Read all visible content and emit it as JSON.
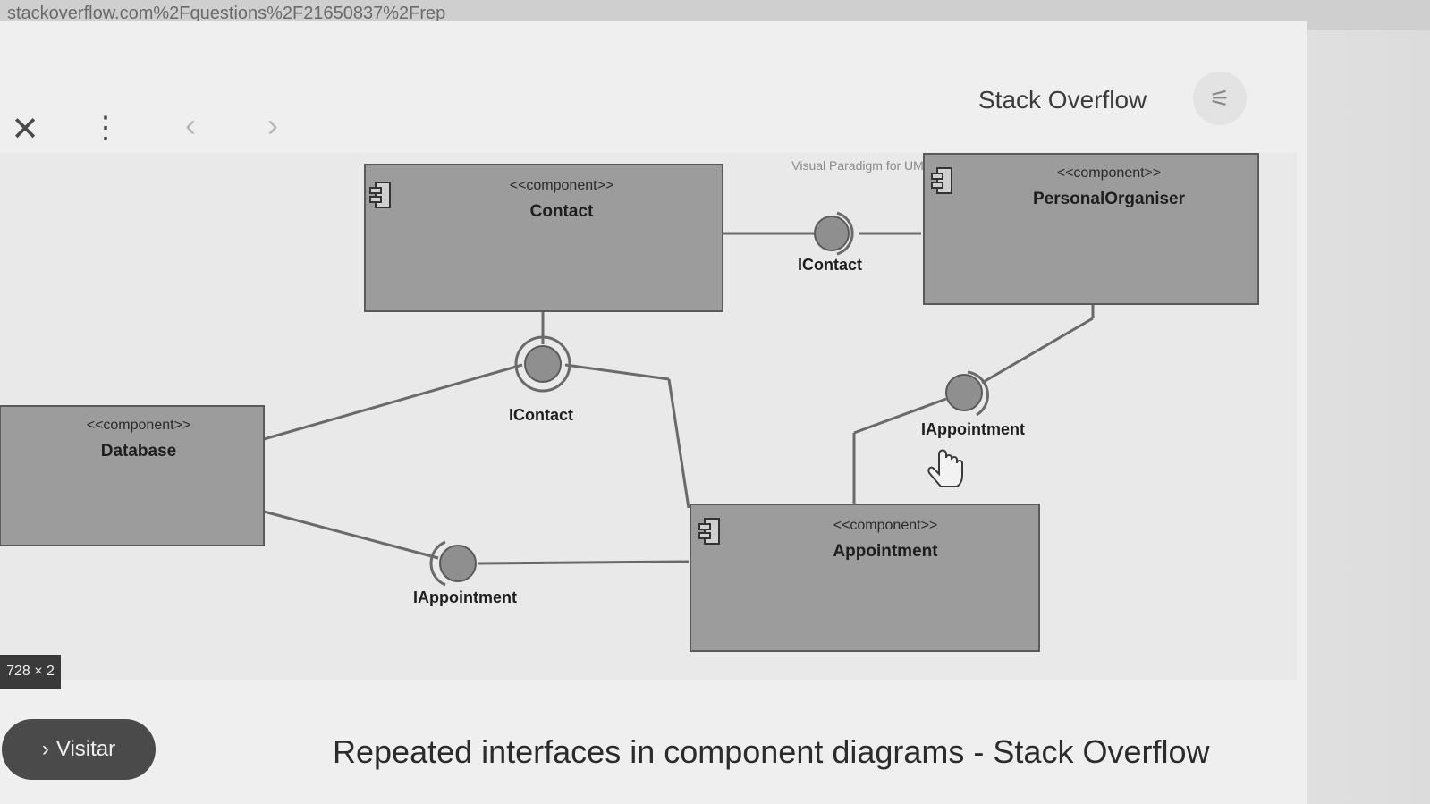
{
  "browser": {
    "url": "stackoverflow.com%2Fquestions%2F21650837%2Frep",
    "close_label": "✕",
    "more_label": "⋮",
    "back_label": "‹",
    "forward_label": "›",
    "site_name": "Stack Overflow",
    "site_icon": "stackoverflow-logo-icon"
  },
  "diagram": {
    "watermark": "Visual Paradigm for UML Community Edition [not for commercial use]",
    "stereotype": "<<component>>",
    "components": [
      {
        "name": "Contact"
      },
      {
        "name": "PersonalOrganiser"
      },
      {
        "name": "Database"
      },
      {
        "name": "Appointment"
      }
    ],
    "interfaces": [
      "IContact",
      "IContact",
      "IAppointment",
      "IAppointment"
    ],
    "size_badge": "728 × 2"
  },
  "result": {
    "title": "Repeated interfaces in component diagrams - Stack Overflow",
    "visit_label": "Visitar",
    "visit_chevron": "›"
  },
  "colors": {
    "component_fill": "#9c9c9c",
    "interface_fill": "#8f8f8f",
    "line": "#6a6a6a"
  }
}
